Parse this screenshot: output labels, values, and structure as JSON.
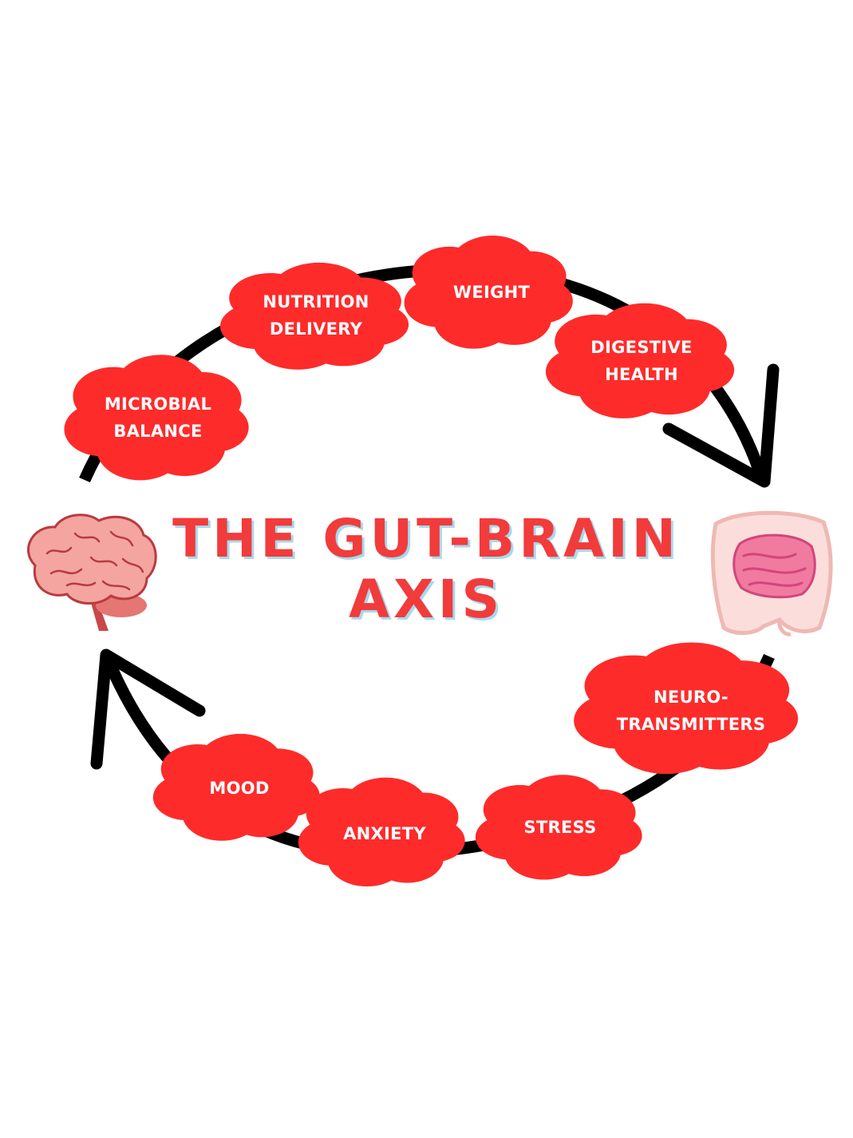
{
  "title": {
    "line1": "THE GUT-BRAIN",
    "line2": "AXIS"
  },
  "colors": {
    "cloud": "#fe2b2b",
    "title": "#f23b3b",
    "title_shadow": "#a8d8ee",
    "arrow": "#000000",
    "brain": "#f4a5a0",
    "intestine": "#f07aa0"
  },
  "icons": {
    "brain": "brain-icon",
    "intestine": "intestine-icon"
  },
  "topics": {
    "microbial_balance": [
      "MICROBIAL",
      "BALANCE"
    ],
    "nutrition_delivery": [
      "NUTRITION",
      "DELIVERY"
    ],
    "weight": [
      "WEIGHT"
    ],
    "digestive_health": [
      "DIGESTIVE",
      "HEALTH"
    ],
    "neurotransmitters": [
      "NEURO-",
      "TRANSMITTERS"
    ],
    "stress": [
      "STRESS"
    ],
    "anxiety": [
      "ANXIETY"
    ],
    "mood": [
      "MOOD"
    ]
  }
}
